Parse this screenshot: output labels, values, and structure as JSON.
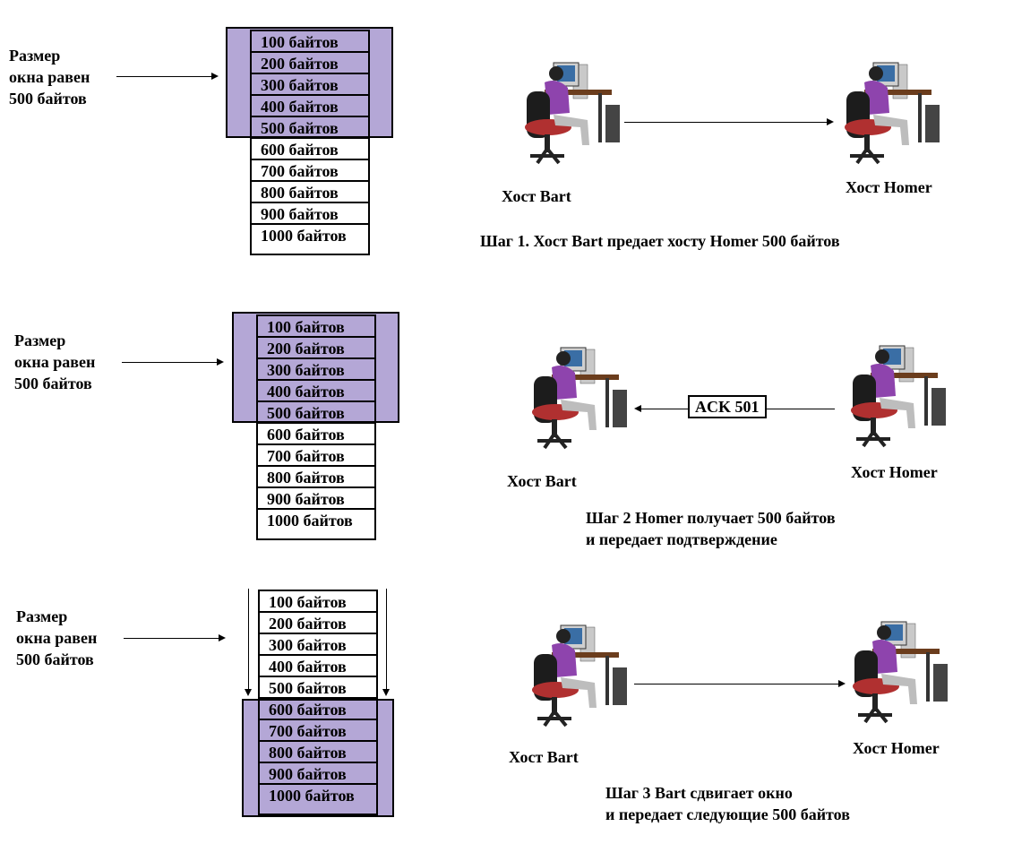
{
  "window_label": "Размер\nокна равен\n500 байтов",
  "segments": [
    "100 байтов",
    "200 байтов",
    "300 байтов",
    "400 байтов",
    "500 байтов",
    "600 байтов",
    "700 байтов",
    "800 байтов",
    "900 байтов",
    "1000 байтов"
  ],
  "host_bart": "Хост Bart",
  "host_homer": "Хост Homer",
  "ack_label": "ACK 501",
  "step1_caption": "Шаг 1. Хост Bart  предает хосту Homer 500 байтов",
  "step2_caption": "Шаг 2 Homer получает 500 байтов\nи передает подтверждение",
  "step3_caption": "Шаг 3 Bart сдвигает окно\nи передает следующие 500 байтов",
  "colors": {
    "window_fill": "#b4a7d6",
    "shirt": "#8e44ad",
    "monitor": "#3a6ea5"
  }
}
